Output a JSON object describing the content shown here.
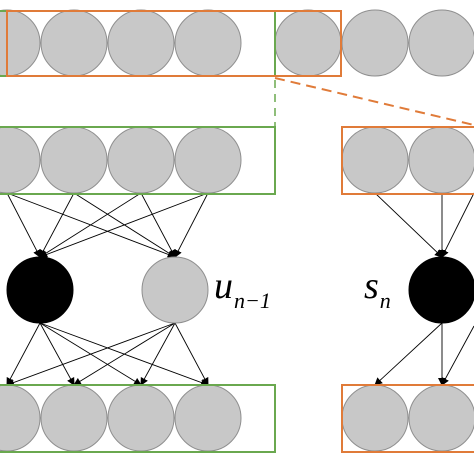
{
  "labels": {
    "u_main": "u",
    "u_sub": "n−1",
    "s_main": "s",
    "s_sub": "n"
  },
  "colors": {
    "node_fill": "#c8c8c8",
    "node_stroke": "#8f8f8f",
    "active_node_fill": "#000000",
    "green_box": "#6aa84f",
    "orange_box": "#e07b39",
    "edge": "#000000"
  }
}
